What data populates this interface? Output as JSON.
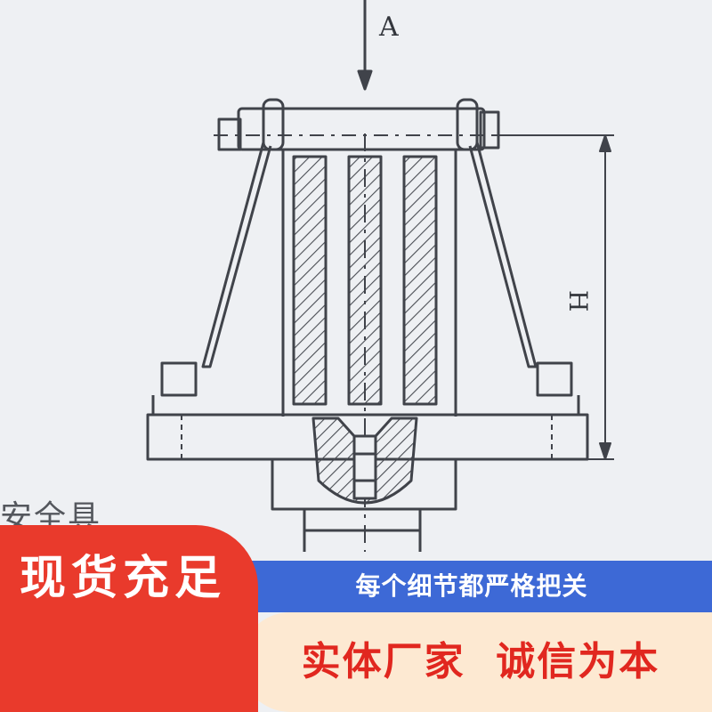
{
  "drawing": {
    "view_label": "A",
    "dimension_label": "H",
    "partial_text": "安全具"
  },
  "banner": {
    "slogan_blue": "每个细节都严格把关",
    "badge_text": "现货充足",
    "slogan_red": "实体厂家  诚信为本"
  },
  "colors": {
    "blue": "#3d69d6",
    "red": "#e93a2c",
    "cream": "#fde9d2",
    "ink": "#3a3d44"
  }
}
